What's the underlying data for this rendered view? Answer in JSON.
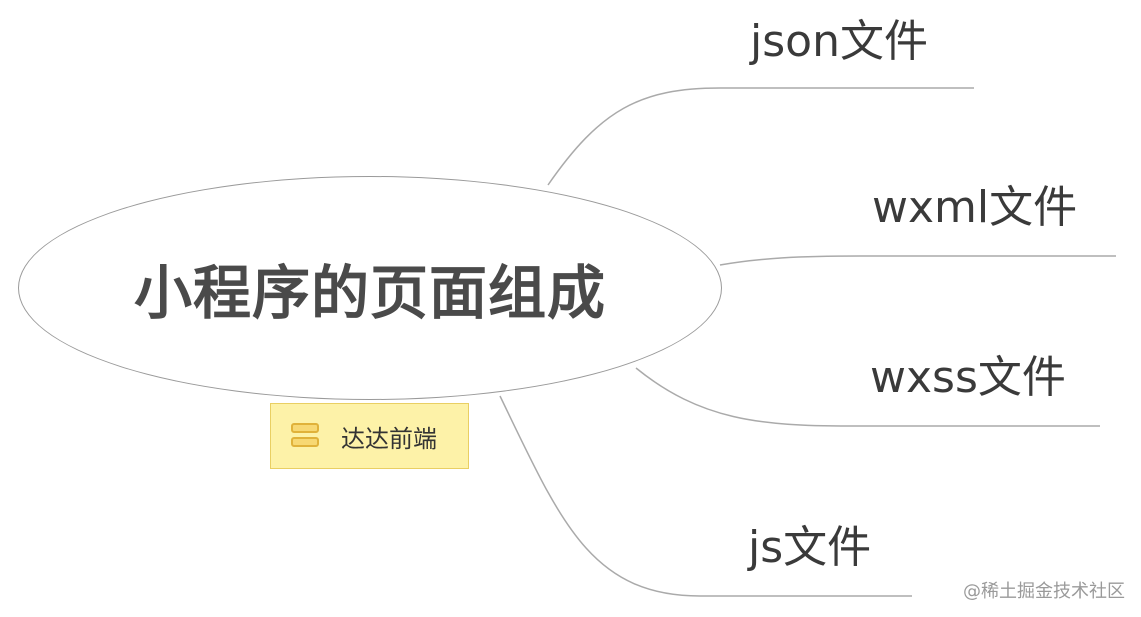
{
  "root": {
    "label": "小程序的页面组成"
  },
  "branches": [
    {
      "label": "json文件"
    },
    {
      "label": "wxml文件"
    },
    {
      "label": "wxss文件"
    },
    {
      "label": "js文件"
    }
  ],
  "note": {
    "icon": "note-icon",
    "label": "达达前端"
  },
  "watermark": {
    "label": "@稀土掘金技术社区"
  },
  "colors": {
    "line": "#aaaaaa",
    "ellipse_border": "#9a9a9a",
    "note_bg": "#fdf2a8",
    "note_border": "#e9cf63"
  }
}
